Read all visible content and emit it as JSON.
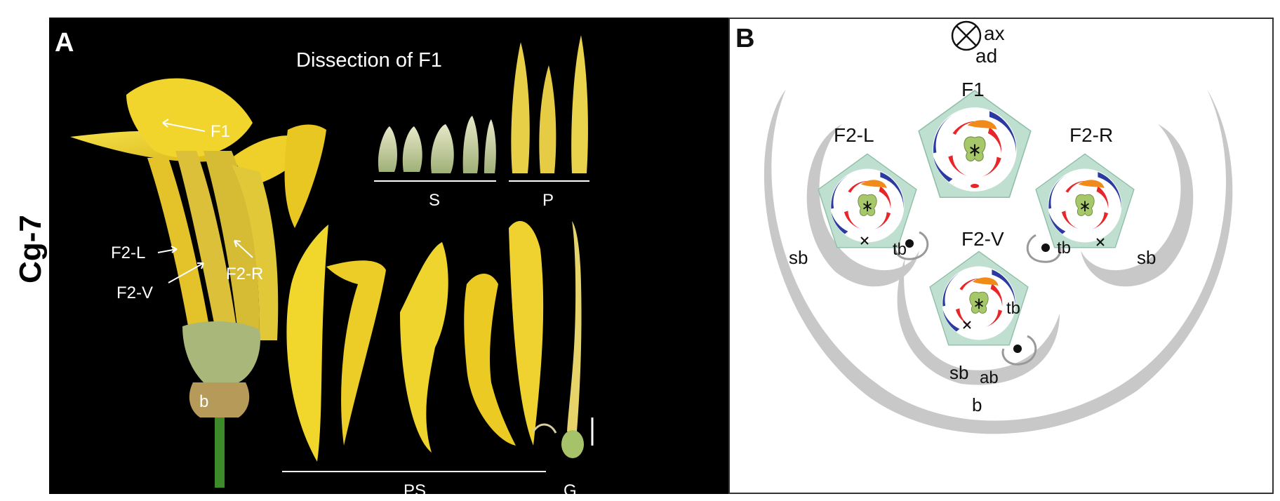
{
  "figure": {
    "row_label": "Cg-7",
    "panel_a": {
      "letter": "A",
      "title": "Dissection of F1",
      "flower_labels": {
        "f1": "F1",
        "f2_l": "F2-L",
        "f2_v": "F2-V",
        "f2_r": "F2-R",
        "bract": "b"
      },
      "group_labels": {
        "sepals": "S",
        "petals": "P",
        "petaloid_staminodes": "PS",
        "gynoecium": "G"
      }
    },
    "panel_b": {
      "letter": "B",
      "axis_labels": {
        "ax": "ax",
        "ad": "ad",
        "ab": "ab"
      },
      "flower_labels": {
        "f1": "F1",
        "f2_l": "F2-L",
        "f2_r": "F2-R",
        "f2_v": "F2-V"
      },
      "bract_labels": {
        "tb": "tb",
        "sb": "sb",
        "b": "b"
      }
    },
    "colors": {
      "panel_a_bg": "#000000",
      "petal_yellow": "#f2d531",
      "sepal_green": "#cfd9b0",
      "pentagon_fill": "#bfe0d0",
      "outer_arc_blue": "#2b3aa0",
      "inner_arc_red": "#e8262a",
      "labellum_orange": "#f08a18",
      "gynoecium_green": "#a7c86a",
      "bract_gray": "#c8c8c8"
    }
  }
}
